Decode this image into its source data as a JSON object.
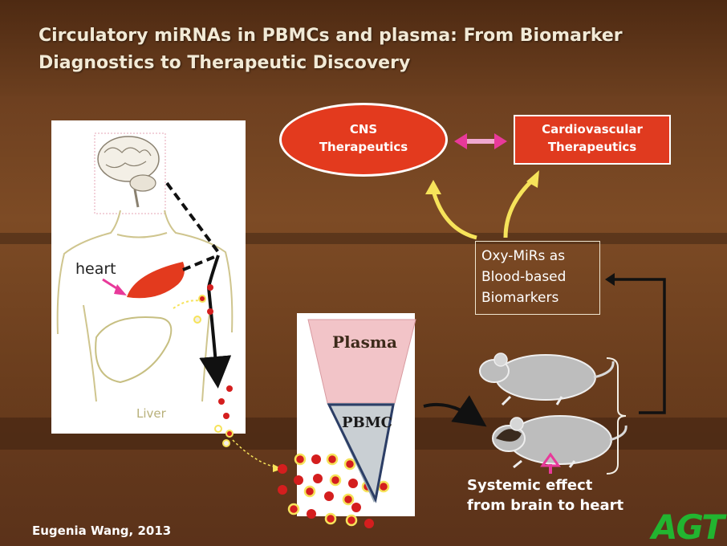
{
  "title": {
    "line1": "Circulatory miRNAs in PBMCs and plasma: From Biomarker",
    "line2": "Diagnostics to Therapeutic Discovery"
  },
  "nodes": {
    "cns": {
      "line1": "CNS",
      "line2": "Therapeutics"
    },
    "cardio": {
      "line1": "Cardiovascular",
      "line2": "Therapeutics"
    },
    "oxy": {
      "line1": "Oxy-MiRs as",
      "line2": "Blood-based",
      "line3": "Biomarkers"
    },
    "systemic": {
      "line1": "Systemic effect",
      "line2": "from brain to heart"
    }
  },
  "body_labels": {
    "heart": "heart",
    "liver": "Liver"
  },
  "tube_labels": {
    "plasma": "Plasma",
    "pbmc": "PBMC"
  },
  "author": "Eugenia Wang, 2013",
  "logo": "AGT",
  "colors": {
    "accent_red": "#e33a1e",
    "arrow_yellow": "#f6e35a",
    "arrow_pink": "#e8399a",
    "logo_green": "#22b530",
    "background": "#6e4020"
  }
}
